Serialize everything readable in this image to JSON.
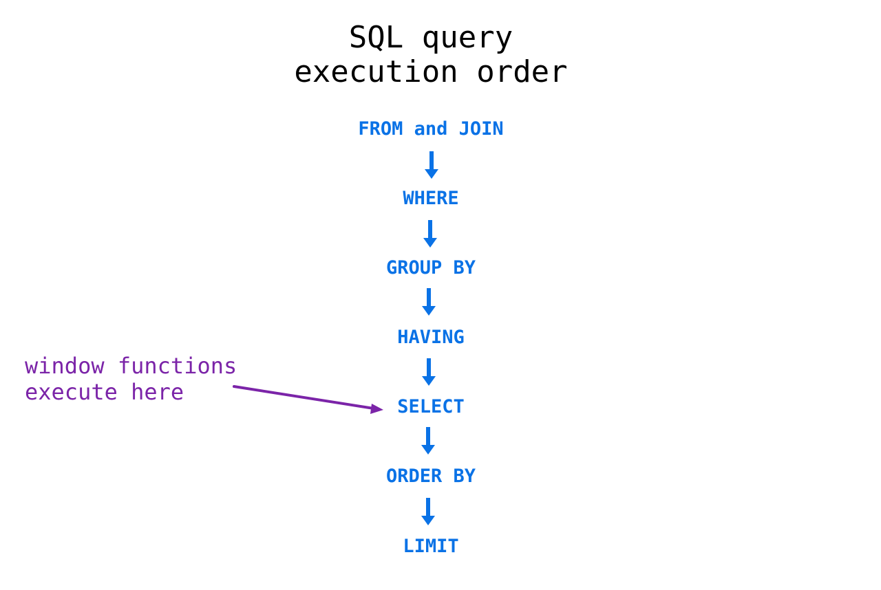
{
  "title": {
    "line1": "SQL query",
    "line2": "execution order"
  },
  "steps": [
    {
      "label": "FROM and JOIN"
    },
    {
      "label": "WHERE"
    },
    {
      "label": "GROUP BY"
    },
    {
      "label": "HAVING"
    },
    {
      "label": "SELECT"
    },
    {
      "label": "ORDER BY"
    },
    {
      "label": "LIMIT"
    }
  ],
  "annotation": {
    "line1": "window functions",
    "line2": "execute here",
    "points_to": "SELECT"
  },
  "colors": {
    "step_text": "#0a72e6",
    "arrow": "#0a72e6",
    "annotation": "#7b24a8",
    "title": "#000000"
  },
  "icons": {
    "flow_arrow": "down-arrow-icon",
    "callout_arrow": "callout-arrow-icon"
  }
}
